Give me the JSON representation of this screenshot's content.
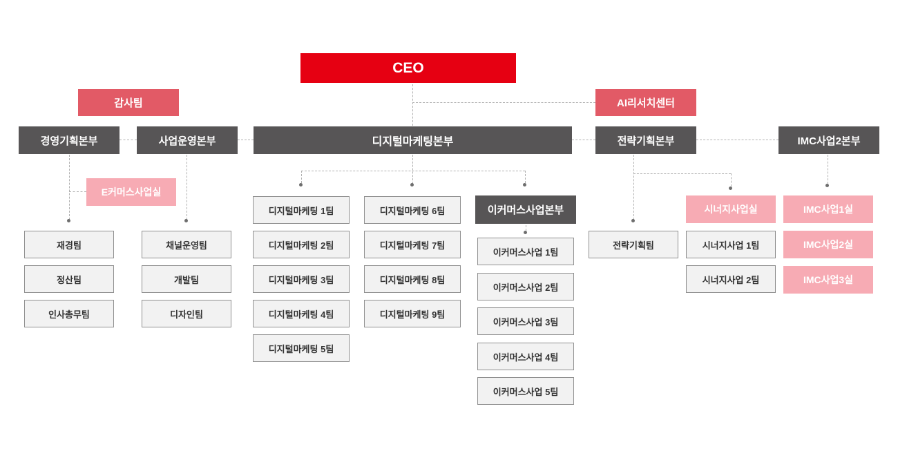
{
  "palette": {
    "ceo_red": "#e60012",
    "salmon_red": "#e25a66",
    "dark_gray": "#575556",
    "light_pink": "#f7abb4",
    "team_fill": "#f2f2f2",
    "team_border": "#8f8f8f",
    "team_text": "#333333",
    "connector_gray": "#b0b0b0"
  },
  "ceo": {
    "label": "CEO"
  },
  "staff_units": {
    "audit": {
      "label": "감사팀"
    },
    "ai_research": {
      "label": "AI리서치센터"
    }
  },
  "divisions": {
    "management_planning": {
      "label": "경영기획본부"
    },
    "business_operations": {
      "label": "사업운영본부"
    },
    "digital_marketing": {
      "label": "디지털마케팅본부"
    },
    "strategic_planning": {
      "label": "전략기획본부"
    },
    "imc_business2": {
      "label": "IMC사업2본부"
    },
    "ecommerce_hq": {
      "label": "이커머스사업본부"
    }
  },
  "offices": {
    "ecommerce_office": {
      "label": "E커머스사업실"
    },
    "synergy_office": {
      "label": "시너지사업실"
    },
    "imc_office1": {
      "label": "IMC사업1실"
    },
    "imc_office2": {
      "label": "IMC사업2실"
    },
    "imc_office3": {
      "label": "IMC사업3실"
    }
  },
  "teams": {
    "management_planning": [
      "재경팀",
      "정산팀",
      "인사총무팀"
    ],
    "business_operations": [
      "채널운영팀",
      "개발팀",
      "디자인팀"
    ],
    "digital_marketing_col1": [
      "디지털마케팅 1팀",
      "디지털마케팅 2팀",
      "디지털마케팅 3팀",
      "디지털마케팅 4팀",
      "디지털마케팅 5팀"
    ],
    "digital_marketing_col2": [
      "디지털마케팅 6팀",
      "디지털마케팅 7팀",
      "디지털마케팅 8팀",
      "디지털마케팅 9팀"
    ],
    "ecommerce": [
      "이커머스사업 1팀",
      "이커머스사업 2팀",
      "이커머스사업 3팀",
      "이커머스사업 4팀",
      "이커머스사업 5팀"
    ],
    "strategic_planning": [
      "전략기획팀"
    ],
    "synergy": [
      "시너지사업 1팀",
      "시너지사업 2팀"
    ]
  }
}
